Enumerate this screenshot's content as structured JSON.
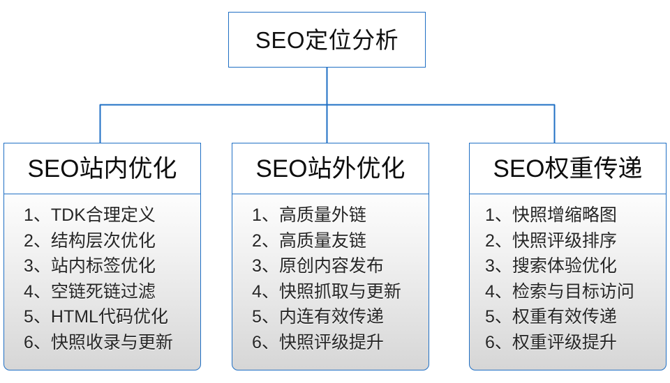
{
  "diagram": {
    "title": "SEO定位分析",
    "accent_color": "#1f6fc4",
    "text_color": "#101010",
    "panel_gradient_top": "#fdfdfd",
    "panel_gradient_bottom": "#d6d6d6",
    "root": {
      "label": "SEO定位分析"
    },
    "branches": [
      {
        "header": "SEO站内优化",
        "items": [
          "1、TDK合理定义",
          "2、结构层次优化",
          "3、站内标签优化",
          "4、空链死链过滤",
          "5、HTML代码优化",
          "6、快照收录与更新"
        ]
      },
      {
        "header": "SEO站外优化",
        "items": [
          "1、高质量外链",
          "2、高质量友链",
          "3、原创内容发布",
          "4、快照抓取与更新",
          "5、内连有效传递",
          "6、快照评级提升"
        ]
      },
      {
        "header": "SEO权重传递",
        "items": [
          "1、快照增缩略图",
          "2、快照评级排序",
          "3、搜索体验优化",
          "4、检索与目标访问",
          "5、权重有效传递",
          "6、权重评级提升"
        ]
      }
    ]
  }
}
